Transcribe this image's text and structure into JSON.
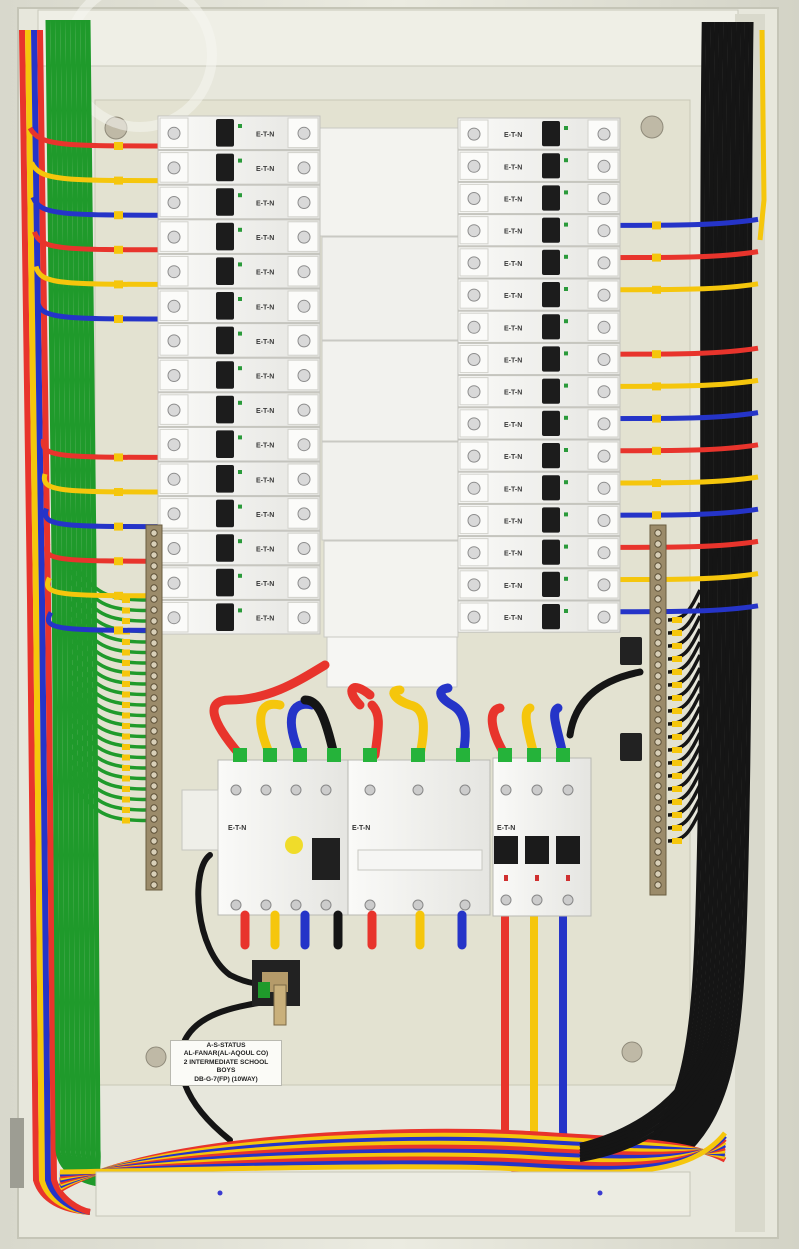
{
  "scene": {
    "subject": "Electrical distribution board with circuit breakers and color-coded wiring",
    "brand_text": "E-T-N",
    "colors": {
      "cabinet": "#e8e8dc",
      "backplate": "#e4e3d3",
      "breaker_body": "#f4f4f2",
      "toggle": "#1c1c1c",
      "wire_red": "#e8342c",
      "wire_yellow": "#f5c60c",
      "wire_blue": "#2534c8",
      "wire_black": "#151515",
      "wire_green": "#1f9a2b",
      "busbar": "#9b8b6a"
    }
  },
  "panel_label": {
    "line1": "A-S-STATUS",
    "line2": "AL-FANAR(AL-AQOUL CO)",
    "line3": "2 INTERMEDIATE SCHOOL",
    "line4": "BOYS",
    "line5": "DB-G-7(FP) (10WAY)"
  }
}
